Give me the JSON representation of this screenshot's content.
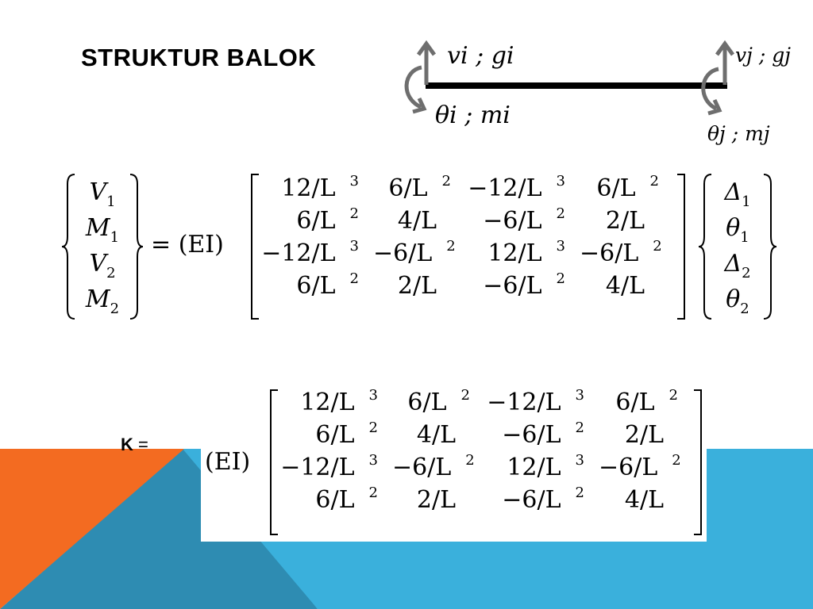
{
  "slide": {
    "title": "STRUKTUR BALOK"
  },
  "beam": {
    "left_top_label": "vi ; gi",
    "left_bottom_label": "θi ; mi",
    "right_top_label": "vj ; gj",
    "right_bottom_label": "θj ; mj"
  },
  "equation": {
    "lhs": [
      {
        "base": "V",
        "sub": "1"
      },
      {
        "base": "M",
        "sub": "1"
      },
      {
        "base": "V",
        "sub": "2"
      },
      {
        "base": "M",
        "sub": "2"
      }
    ],
    "equals": "=",
    "factor": "(EI)",
    "matrix": [
      [
        {
          "t": "12/L",
          "e": "3"
        },
        {
          "t": "6/L",
          "e": "2"
        },
        {
          "t": "−12/L",
          "e": "3"
        },
        {
          "t": "6/L",
          "e": "2"
        }
      ],
      [
        {
          "t": "6/L",
          "e": "2"
        },
        {
          "t": "4/L",
          "e": ""
        },
        {
          "t": "−6/L",
          "e": "2"
        },
        {
          "t": "2/L",
          "e": ""
        }
      ],
      [
        {
          "t": "−12/L",
          "e": "3"
        },
        {
          "t": "−6/L",
          "e": "2"
        },
        {
          "t": "12/L",
          "e": "3"
        },
        {
          "t": "−6/L",
          "e": "2"
        }
      ],
      [
        {
          "t": "6/L",
          "e": "2"
        },
        {
          "t": "2/L",
          "e": ""
        },
        {
          "t": "−6/L",
          "e": "2"
        },
        {
          "t": "4/L",
          "e": ""
        }
      ]
    ],
    "rhs": [
      {
        "base": "Δ",
        "sub": "1"
      },
      {
        "base": "θ",
        "sub": "1"
      },
      {
        "base": "Δ",
        "sub": "2"
      },
      {
        "base": "θ",
        "sub": "2"
      }
    ]
  },
  "stiffness": {
    "label": "K",
    "equals": "=",
    "factor": "(EI)"
  },
  "colors": {
    "orange": "#f36b21",
    "blue": "#3ab0dc",
    "dark_blue": "#2e8cb2",
    "arrow_gray": "#6e6e6e",
    "beam_black": "#000000"
  }
}
